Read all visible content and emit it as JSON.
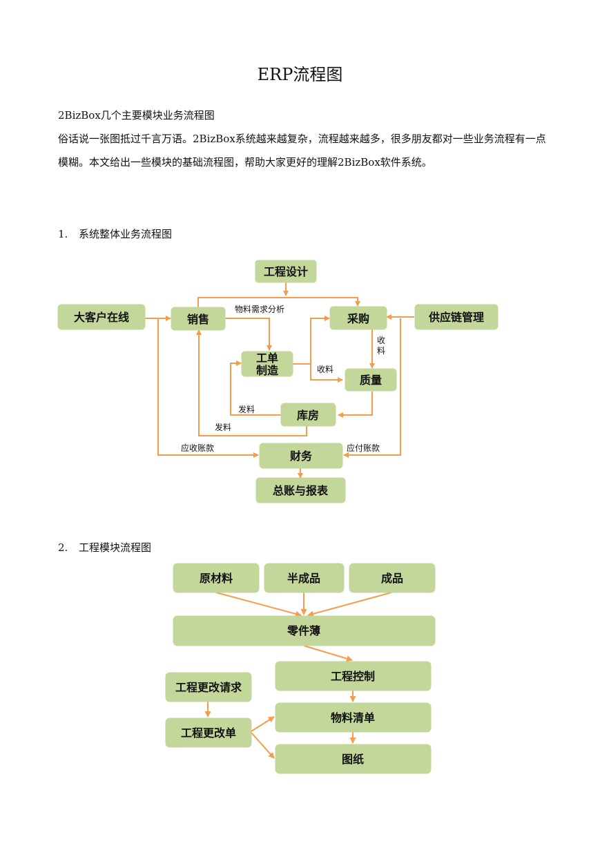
{
  "title": "ERP流程图",
  "paragraphs": {
    "p1": "2BizBox几个主要模块业务流程图",
    "p2": "俗话说一张图抵过千言万语。2BizBox系统越来越复杂，流程越来越多，很多朋友都对一些业务流程有一点模糊。本文给出一些模块的基础流程图，帮助大家更好的理解2BizBox软件系统。"
  },
  "sections": [
    {
      "num": "1.",
      "label": "系统整体业务流程图"
    },
    {
      "num": "2.",
      "label": "工程模块流程图"
    }
  ],
  "diagram1": {
    "nodes": {
      "engineering_design": "工程设计",
      "big_customer": "大客户在线",
      "sales": "销售",
      "purchasing": "采购",
      "supply_chain": "供应链管理",
      "work_order_1": "工单",
      "work_order_2": "制造",
      "quality": "质量",
      "warehouse": "库房",
      "finance": "财务",
      "ledger": "总账与报表"
    },
    "labels": {
      "material_analysis": "物料需求分析",
      "receive_v_1": "收",
      "receive_v_2": "料",
      "receive_h": "收料",
      "issue_1": "发料",
      "issue_2": "发料",
      "receivable": "应收账款",
      "payable": "应付账款"
    }
  },
  "diagram2": {
    "nodes": {
      "raw_material": "原材料",
      "semi_finished": "半成品",
      "finished": "成品",
      "parts_book": "零件薄",
      "eng_control": "工程控制",
      "change_request": "工程更改请求",
      "bom": "物料清单",
      "change_order": "工程更改单",
      "drawing": "图纸"
    }
  },
  "colors": {
    "box": "#c4d79b",
    "arrow": "#f39c4b"
  }
}
